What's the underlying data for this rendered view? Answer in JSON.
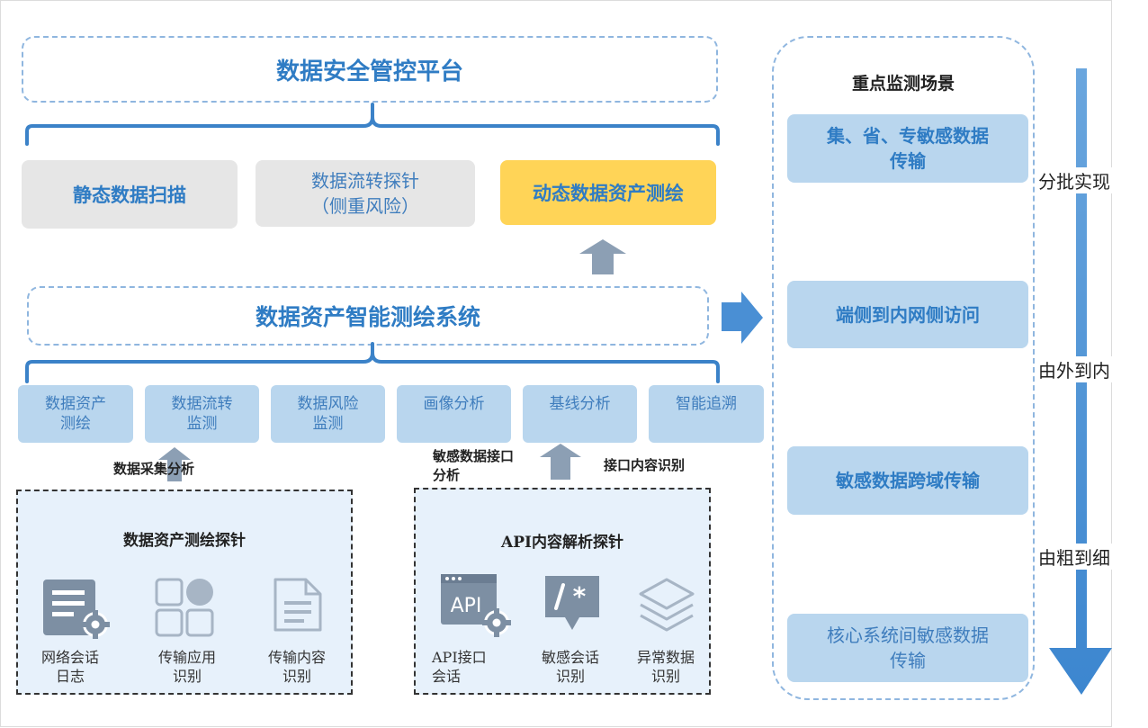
{
  "platform": {
    "title": "数据安全管控平台"
  },
  "capabilities": [
    {
      "line1": "静态数据扫描"
    },
    {
      "line1": "数据流转探针",
      "line2": "（侧重风险）"
    },
    {
      "line1": "动态数据资产测绘"
    }
  ],
  "system": {
    "title": "数据资产智能测绘系统"
  },
  "modules": [
    {
      "line1": "数据资产",
      "line2": "测绘"
    },
    {
      "line1": "数据流转",
      "line2": "监测"
    },
    {
      "line1": "数据风险",
      "line2": "监测"
    },
    {
      "line1": "画像分析"
    },
    {
      "line1": "基线分析"
    },
    {
      "line1": "智能追溯"
    }
  ],
  "flow_labels": {
    "collect": "数据采集分析",
    "api_line1": "敏感数据接口",
    "api_line2": "分析",
    "content": "接口内容识别"
  },
  "probe_left": {
    "title": "数据资产测绘探针",
    "items": [
      {
        "icon": "document-gear-icon",
        "line1": "网络会话",
        "line2": "日志"
      },
      {
        "icon": "grid-apps-icon",
        "line1": "传输应用",
        "line2": "识别"
      },
      {
        "icon": "document-lines-icon",
        "line1": "传输内容",
        "line2": "识别"
      }
    ]
  },
  "probe_right": {
    "title": "API内容解析探针",
    "items": [
      {
        "icon": "api-window-gear-icon",
        "line1": "API接口",
        "line2": "会话"
      },
      {
        "icon": "chat-regex-icon",
        "line1": "敏感会话",
        "line2": "识别"
      },
      {
        "icon": "layers-icon",
        "line1": "异常数据",
        "line2": "识别"
      }
    ],
    "api_badge": "API"
  },
  "scenarios": {
    "title": "重点监测场景",
    "items": [
      {
        "line1": "集、省、专敏感数据",
        "line2": "传输"
      },
      {
        "line1": "端侧到内网侧访问"
      },
      {
        "line1": "敏感数据跨域传输"
      },
      {
        "line1": "核心系统间敏感数据",
        "line2": "传输"
      }
    ]
  },
  "progression": [
    "分批实现",
    "由外到内",
    "由粗到细"
  ],
  "colors": {
    "accent_blue": "#2f7cc4",
    "module_fill": "#b9d6ee",
    "highlight_yellow": "#ffd457",
    "arrow_blue": "#4a8fd4",
    "gray_arrow": "#8c9fb4"
  }
}
